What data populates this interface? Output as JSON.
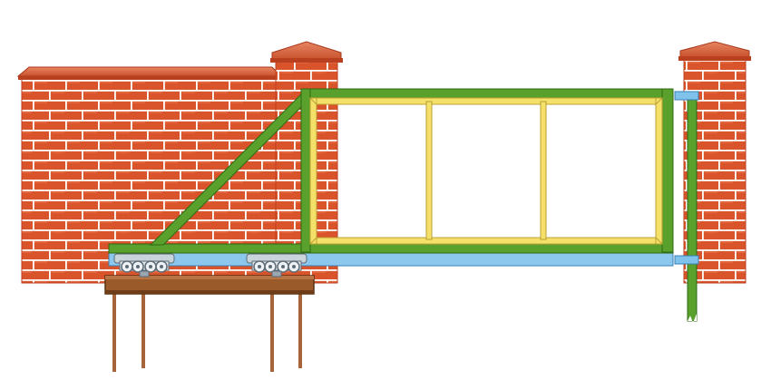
{
  "diagram": {
    "subject": "",
    "colors": {
      "brick": "#d9532b",
      "mortar": "#ffffff",
      "cap": "#e0754f",
      "cap_shadow": "#b9401f",
      "frame_green": "#5aa02c",
      "frame_green_dark": "#2f6a14",
      "infill_yellow": "#f5e06a",
      "infill_yellow_dark": "#b9a031",
      "rail_blue": "#8cc8ee",
      "rail_blue_dark": "#3a7fb5",
      "beam_wood": "#9b5a2a",
      "beam_dark": "#5a3212",
      "post_metal": "#a5643a",
      "roller_gray": "#c9d3da",
      "roller_dark": "#5d6b76",
      "bracket_blue": "#7fc3ec"
    },
    "components": [
      {
        "name": "brick-wall-left",
        "icon": "brick-wall"
      },
      {
        "name": "brick-pillar-middle",
        "icon": "brick-pillar"
      },
      {
        "name": "brick-pillar-right",
        "icon": "brick-pillar"
      },
      {
        "name": "gate-frame",
        "icon": "steel-frame"
      },
      {
        "name": "diagonal-brace",
        "icon": "steel-brace"
      },
      {
        "name": "guide-rail",
        "icon": "rail"
      },
      {
        "name": "roller-carriage-left",
        "icon": "roller-carriage"
      },
      {
        "name": "roller-carriage-right",
        "icon": "roller-carriage"
      },
      {
        "name": "foundation-beam",
        "icon": "channel-beam"
      },
      {
        "name": "catcher-post",
        "icon": "catcher-post"
      }
    ]
  }
}
